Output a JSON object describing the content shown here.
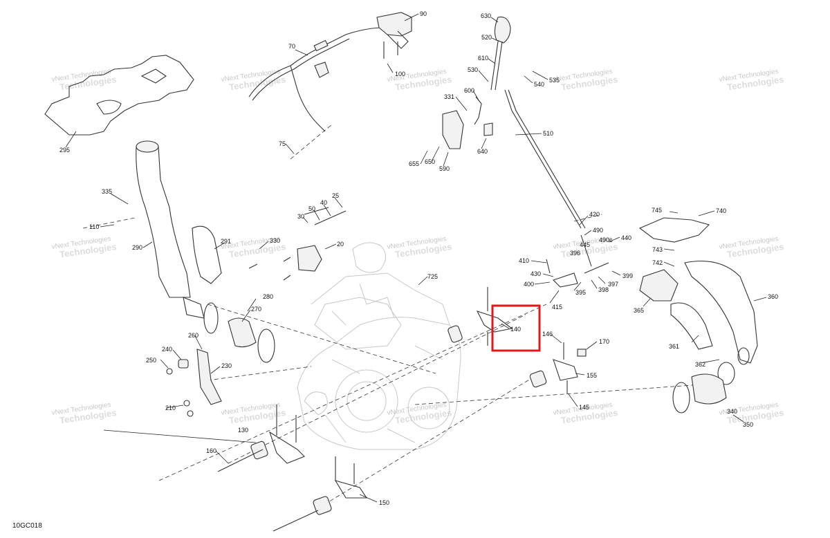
{
  "diagram_ref": "10GC018",
  "watermark": {
    "line1": "vNext Technologies",
    "line2": "Technologies"
  },
  "highlight_color": "#e01818",
  "callouts": {
    "c295": "295",
    "c70": "70",
    "c90": "90",
    "c100": "100",
    "c75": "75",
    "c630": "630",
    "c520": "520",
    "c610": "610",
    "c530": "530",
    "c600": "600",
    "c540": "540",
    "c535": "535",
    "c331": "331",
    "c510": "510",
    "c655": "655",
    "c650": "650",
    "c590": "590",
    "c640": "640",
    "c335": "335",
    "c110": "110",
    "c290": "290",
    "c25": "25",
    "c40": "40",
    "c50": "50",
    "c30": "30",
    "c291": "291",
    "c330": "330",
    "c20": "20",
    "c725": "725",
    "c745": "745",
    "c740": "740",
    "c420": "420",
    "c490": "490",
    "c490c": "490c",
    "c440": "440",
    "c445": "445",
    "c396": "396",
    "c743": "743",
    "c742": "742",
    "c410": "410",
    "c430": "430",
    "c400": "400",
    "c415": "415",
    "c395": "395",
    "c397": "397",
    "c398": "398",
    "c399": "399",
    "c360": "360",
    "c365": "365",
    "c280": "280",
    "c270": "270",
    "c140": "140",
    "c146": "146",
    "c170": "170",
    "c361": "361",
    "c260": "260",
    "c240": "240",
    "c250": "250",
    "c230": "230",
    "c155": "155",
    "c362": "362",
    "c210": "210",
    "c145": "145",
    "c340": "340",
    "c350": "350",
    "c130": "130",
    "c160": "160",
    "c150": "150"
  }
}
